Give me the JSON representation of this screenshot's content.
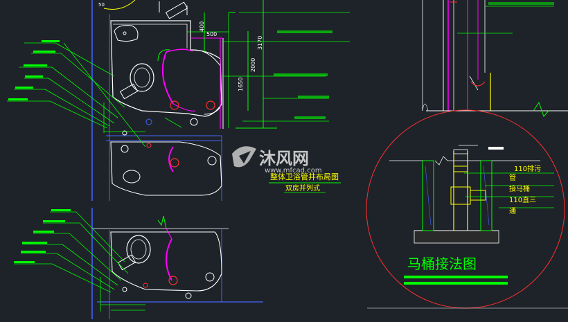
{
  "title_main": "整体卫浴管井布局图",
  "title_sub": "双房并列式",
  "detail_title": "马桶接法图",
  "detail_labels": [
    "110排污",
    "管",
    "接马桶",
    "110直三",
    "通"
  ],
  "dimensions": [
    "500",
    "3170",
    "2000",
    "1650",
    "400"
  ],
  "watermark_brand": "沐风网",
  "watermark_url": "www.mfcad.com",
  "colors": {
    "background": "#1e2329",
    "white": "#ffffff",
    "green": "#00ff00",
    "magenta": "#ff00ff",
    "red": "#ff3030",
    "blue": "#4466ff",
    "yellow": "#ffff00"
  }
}
